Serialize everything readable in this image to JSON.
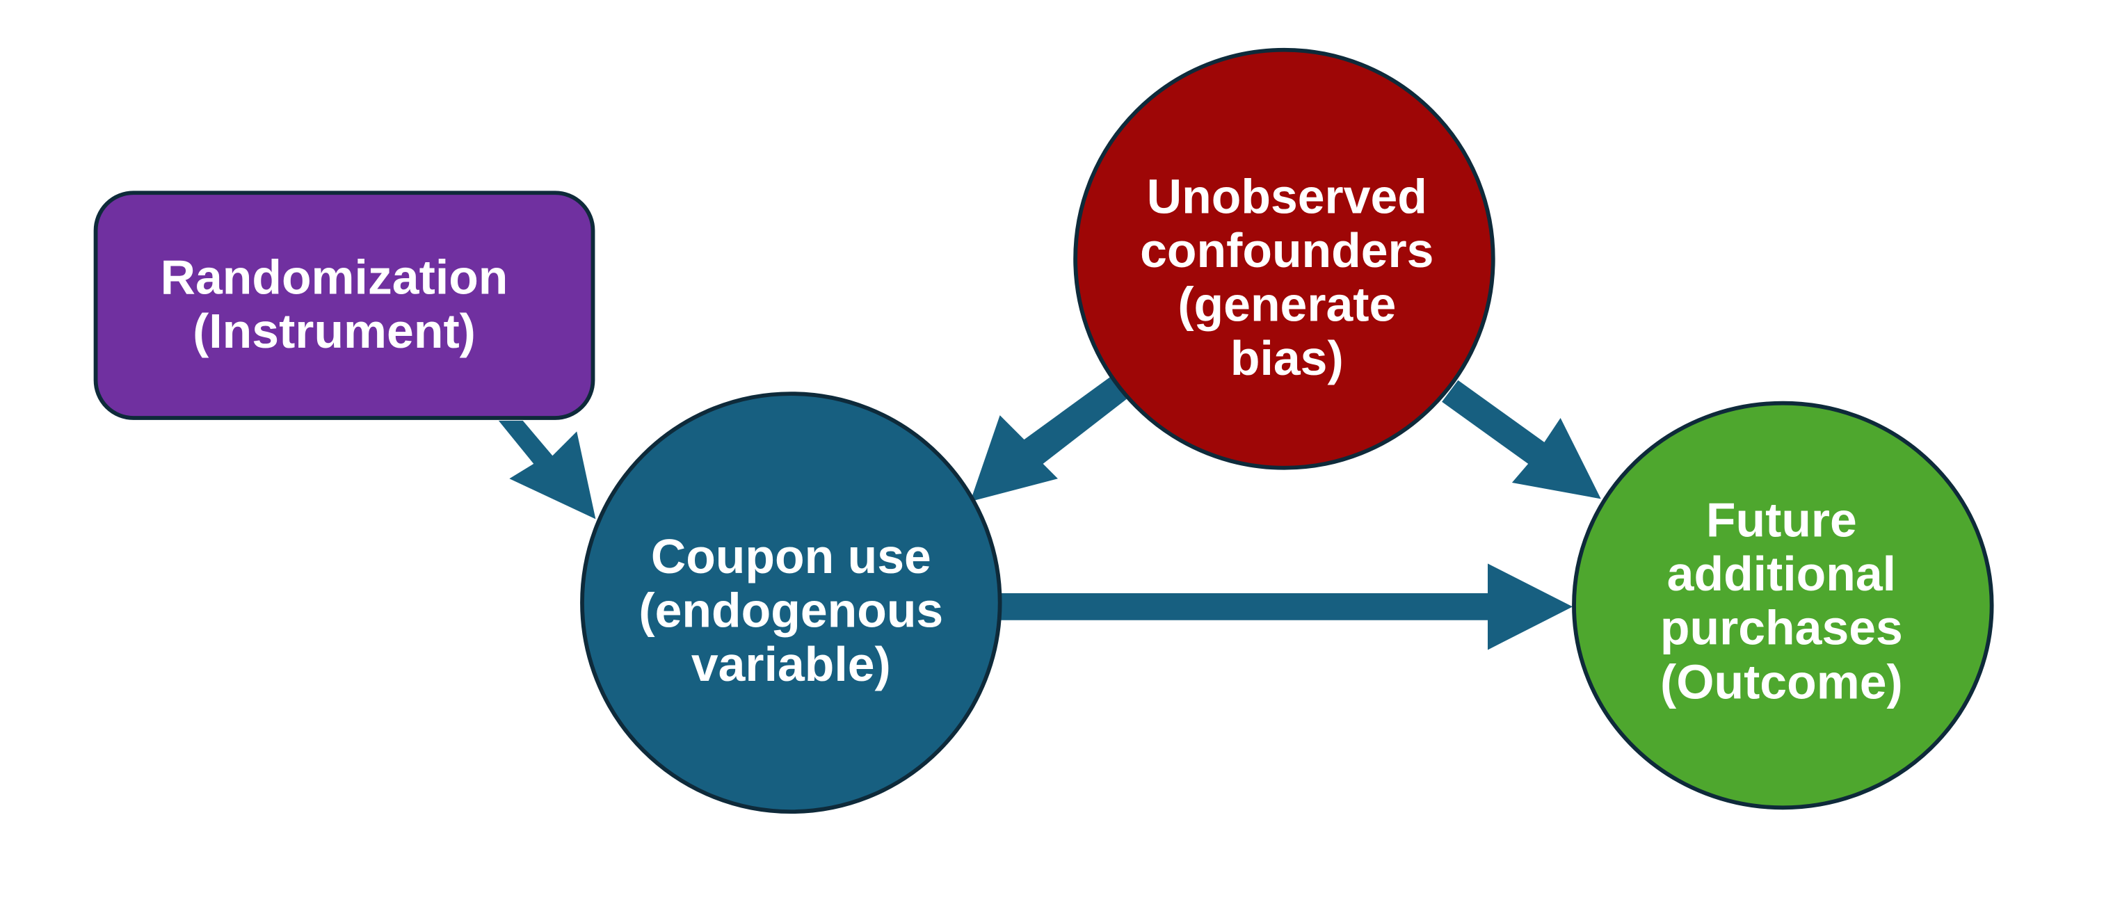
{
  "nodes": {
    "instrument": {
      "lines": [
        "Randomization",
        "(Instrument)"
      ],
      "color": "#7030A0"
    },
    "treatment": {
      "lines": [
        "Coupon use",
        "(endogenous",
        "variable)"
      ],
      "color": "#175F80"
    },
    "confounder": {
      "lines": [
        "Unobserved",
        "confounders",
        "(generate",
        "bias)"
      ],
      "color": "#9E0606"
    },
    "outcome": {
      "lines": [
        "Future",
        "additional",
        "purchases",
        "(Outcome)"
      ],
      "color": "#4EA72E"
    }
  },
  "edges": [
    {
      "from": "instrument",
      "to": "treatment"
    },
    {
      "from": "confounder",
      "to": "treatment"
    },
    {
      "from": "confounder",
      "to": "outcome"
    },
    {
      "from": "treatment",
      "to": "outcome"
    }
  ],
  "arrow_color": "#175F80"
}
